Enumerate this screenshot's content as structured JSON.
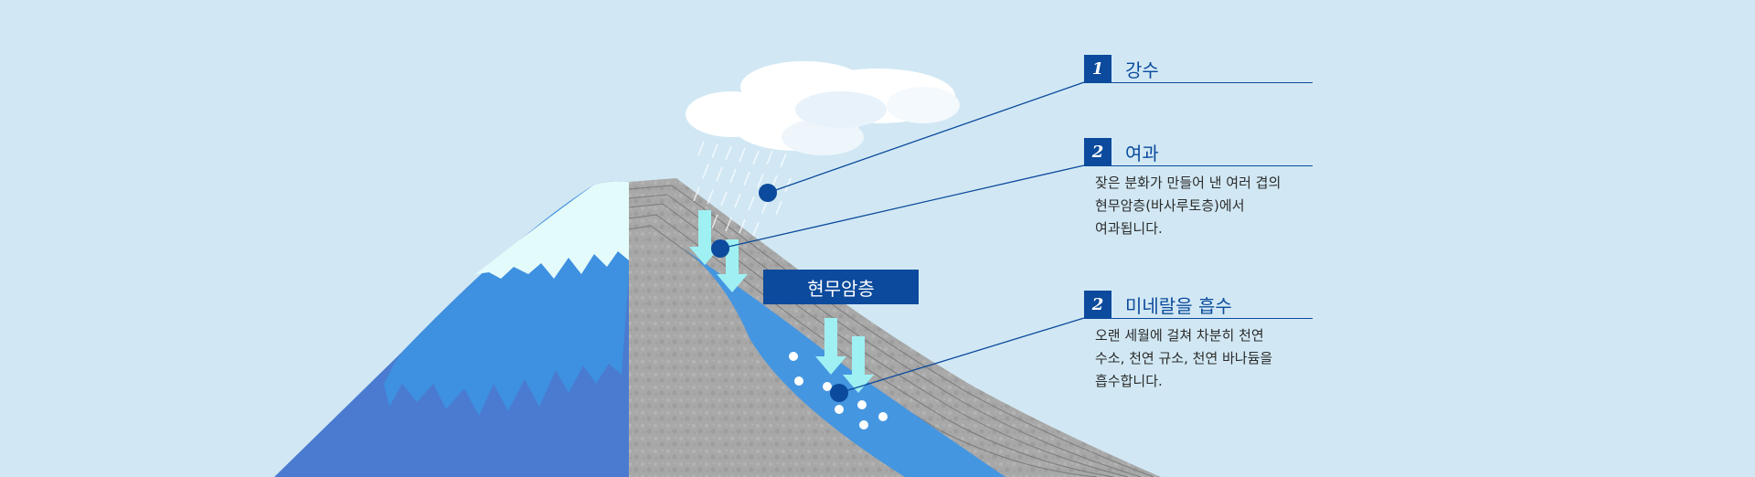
{
  "diagram": {
    "layer_label": "현무암층",
    "steps": [
      {
        "number": "1",
        "title": "강수",
        "description": ""
      },
      {
        "number": "2",
        "title": "여과",
        "description": "잦은 분화가 만들어 낸 여러 겹의\n현무암층(바사루토층)에서\n여과됩니다."
      },
      {
        "number": "2",
        "title": "미네랄을 흡수",
        "description": "오랜 세월에 걸쳐 차분히 천연\n수소, 천연 규소, 천연 바나듐을\n흡수합니다."
      }
    ]
  },
  "colors": {
    "background": "#d1e8f4",
    "accent": "#0b4a9c",
    "mountain_blue": "#4a7bd0",
    "snow": "#e4fbfb",
    "rock_gray": "#a6a6a6",
    "water": "#4596e0",
    "arrow": "#9ff0f2"
  }
}
